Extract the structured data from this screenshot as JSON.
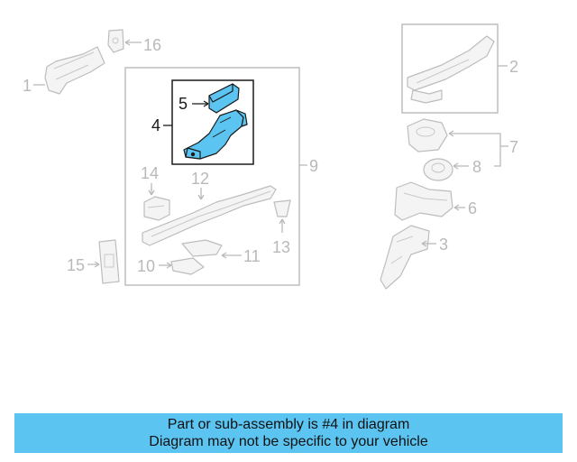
{
  "diagram": {
    "callouts": [
      {
        "id": "1",
        "label": "1"
      },
      {
        "id": "2",
        "label": "2"
      },
      {
        "id": "3",
        "label": "3"
      },
      {
        "id": "4",
        "label": "4"
      },
      {
        "id": "5",
        "label": "5"
      },
      {
        "id": "6",
        "label": "6"
      },
      {
        "id": "7",
        "label": "7"
      },
      {
        "id": "8",
        "label": "8"
      },
      {
        "id": "9",
        "label": "9"
      },
      {
        "id": "10",
        "label": "10"
      },
      {
        "id": "11",
        "label": "11"
      },
      {
        "id": "12",
        "label": "12"
      },
      {
        "id": "13",
        "label": "13"
      },
      {
        "id": "14",
        "label": "14"
      },
      {
        "id": "15",
        "label": "15"
      },
      {
        "id": "16",
        "label": "16"
      }
    ],
    "highlighted_part": "4",
    "highlight_color": "#5bc4f1"
  },
  "notice": {
    "line1": "Part or sub-assembly is #4 in diagram",
    "line2": "Diagram may not be specific to your vehicle",
    "background": "#5bc4f1"
  }
}
